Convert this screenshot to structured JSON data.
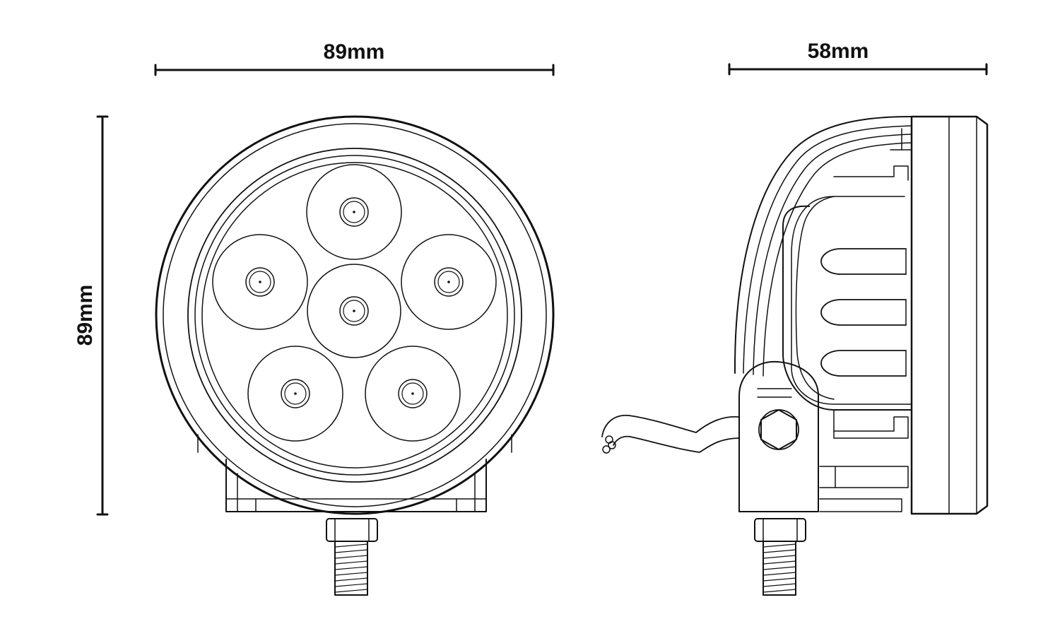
{
  "dimensions": {
    "front_width": "89mm",
    "front_height": "89mm",
    "side_depth": "58mm"
  },
  "colors": {
    "line": "#111111",
    "background": "#ffffff"
  }
}
